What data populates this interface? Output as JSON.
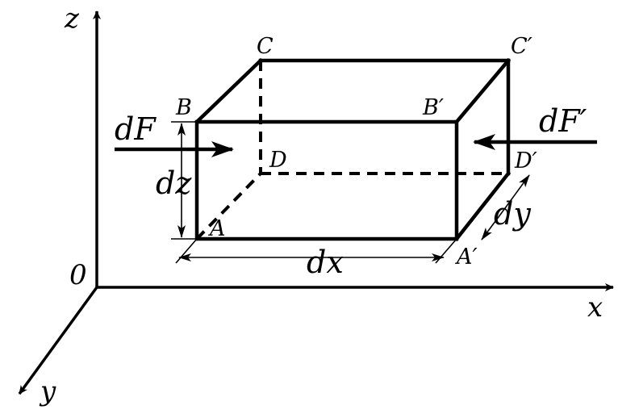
{
  "axes": {
    "x": "x",
    "y": "y",
    "z": "z",
    "origin": "0"
  },
  "vertices": {
    "A": "A",
    "B": "B",
    "C": "C",
    "D": "D",
    "A_prime": "A′",
    "B_prime": "B′",
    "C_prime": "C′",
    "D_prime": "D′"
  },
  "dimensions": {
    "dx": "dx",
    "dy": "dy",
    "dz": "dz"
  },
  "forces": {
    "left": "dF",
    "right": "dF′"
  }
}
